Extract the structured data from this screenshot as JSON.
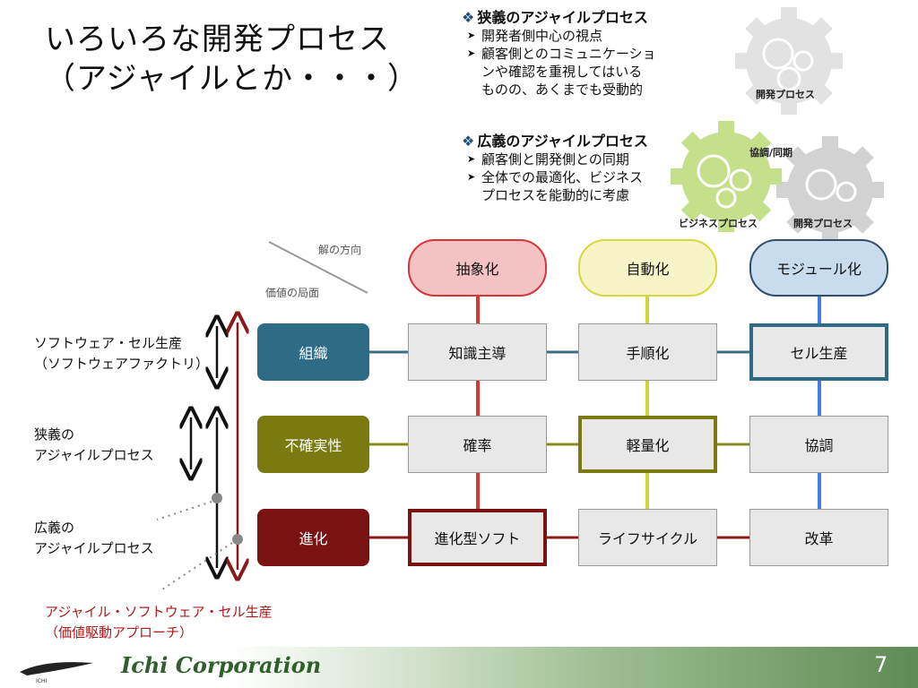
{
  "slide": {
    "title_lines": [
      "いろいろな開発プロセス",
      "（アジャイルとか・・・）"
    ],
    "narrow_block": {
      "heading": "狭義のアジャイルプロセス",
      "items": [
        "開発者側中心の視点",
        "顧客側とのコミュニケーショ\nンや確認を重視してはいる\nものの、あくまでも受動的"
      ]
    },
    "broad_block": {
      "heading": "広義のアジャイルプロセス",
      "items": [
        "顧客側と開発側との同期",
        "全体での最適化、ビジネス\nプロセスを能動的に考慮"
      ]
    },
    "gears": {
      "top_label": "開発プロセス",
      "sync_label": "協調/同期",
      "business_label": "ビジネスプロセス",
      "dev_label": "開発プロセス"
    },
    "corner": {
      "top": "解の方向",
      "bottom": "価値の局面"
    },
    "columns": [
      {
        "label": "抽象化",
        "fill": "#f4c2c2",
        "border": "#d9343a",
        "line": "#d9343a"
      },
      {
        "label": "自動化",
        "fill": "#f7f4c8",
        "border": "#d8d83a",
        "line": "#d2d23a"
      },
      {
        "label": "モジュール化",
        "fill": "#c9dcee",
        "border": "#2f4f6f",
        "line": "#3f7fdf"
      }
    ],
    "rows": [
      {
        "label": "組織",
        "fill": "#2e6b86",
        "line": "#3b6e86",
        "cells": [
          "知識主導",
          "手順化",
          "セル生産"
        ],
        "highlight": 2
      },
      {
        "label": "不確実性",
        "fill": "#7b7a10",
        "line": "#8a8a20",
        "cells": [
          "確率",
          "軽量化",
          "協調"
        ],
        "highlight": 1
      },
      {
        "label": "進化",
        "fill": "#7b1212",
        "line": "#8a1a1a",
        "cells": [
          "進化型ソフト",
          "ライフサイクル",
          "改革"
        ],
        "highlight": 0
      }
    ],
    "left_labels": [
      "ソフトウェア・セル生産\n（ソフトウェアファクトリ）",
      "狭義の\nアジャイルプロセス",
      "広義の\nアジャイルプロセス"
    ],
    "bottom_label": "アジャイル・ソフトウェア・セル生産\n（価値駆動アプローチ）",
    "bottom_label_color": "#b01818",
    "footer": {
      "brand": "Ichi Corporation",
      "logo_text": "ICHI",
      "page": "7"
    }
  }
}
